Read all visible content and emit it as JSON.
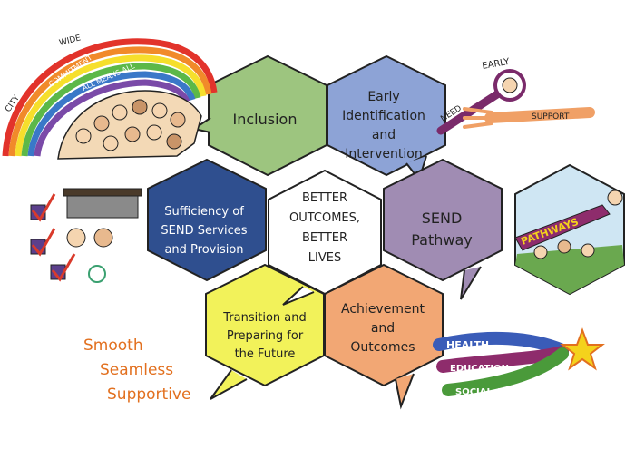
{
  "center": {
    "line1": "BETTER",
    "line2": "OUTCOMES,",
    "line3": "BETTER",
    "line4": "LIVES"
  },
  "segments": {
    "inclusion": {
      "line1": "Inclusion",
      "color": "#9dc57f"
    },
    "early": {
      "line1": "Early",
      "line2": "Identification",
      "line3": "and",
      "line4": "Intervention",
      "color": "#8da3d6"
    },
    "pathway": {
      "line1": "SEND",
      "line2": "Pathway",
      "color": "#a08cb3"
    },
    "achievement": {
      "line1": "Achievement",
      "line2": "and",
      "line3": "Outcomes",
      "color": "#f2a774"
    },
    "transition": {
      "line1": "Transition and",
      "line2": "Preparing for",
      "line3": "the Future",
      "color": "#f2f25a"
    },
    "sufficiency": {
      "line1": "Sufficiency of",
      "line2": "SEND Services",
      "line3": "and Provision",
      "color": "#2f4f8f"
    }
  },
  "rainbow": {
    "city": "CITY",
    "wide": "WIDE",
    "commitment": "COMMITMENT",
    "all_means_all": "ALL MEANS ALL"
  },
  "early_support": {
    "early": "EARLY",
    "need": "NEED",
    "support": "SUPPORT"
  },
  "pathways_banner": "PATHWAYS",
  "smooth": {
    "line1": "Smooth",
    "line2": "Seamless",
    "line3": "Supportive"
  },
  "shooting_star": {
    "health": "HEALTH",
    "education": "EDUCATION",
    "social_care": "SOCIAL CARE"
  },
  "colors": {
    "outline": "#222222",
    "orange_text": "#e2701f",
    "check_red": "#d93a2b",
    "box_purple": "#5b3f8c",
    "star_yellow": "#f4d21c"
  }
}
